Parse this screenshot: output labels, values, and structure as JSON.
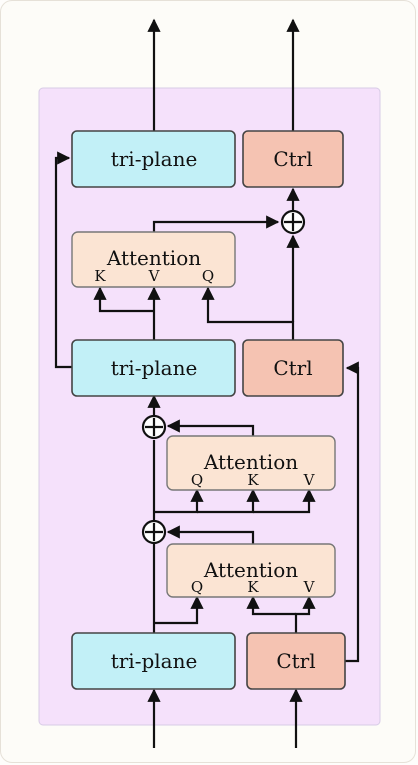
{
  "blocks": {
    "triplane_label": "tri-plane",
    "ctrl_label": "Ctrl",
    "attention_label": "Attention"
  },
  "ports": {
    "q": "Q",
    "k": "K",
    "v": "V"
  },
  "colors": {
    "panel_fill": "#f5e1fb",
    "triplane_fill": "#c2f0f7",
    "ctrl_fill": "#f5c3b2",
    "attention_fill": "#fbe4d3",
    "stroke": "#111111"
  }
}
